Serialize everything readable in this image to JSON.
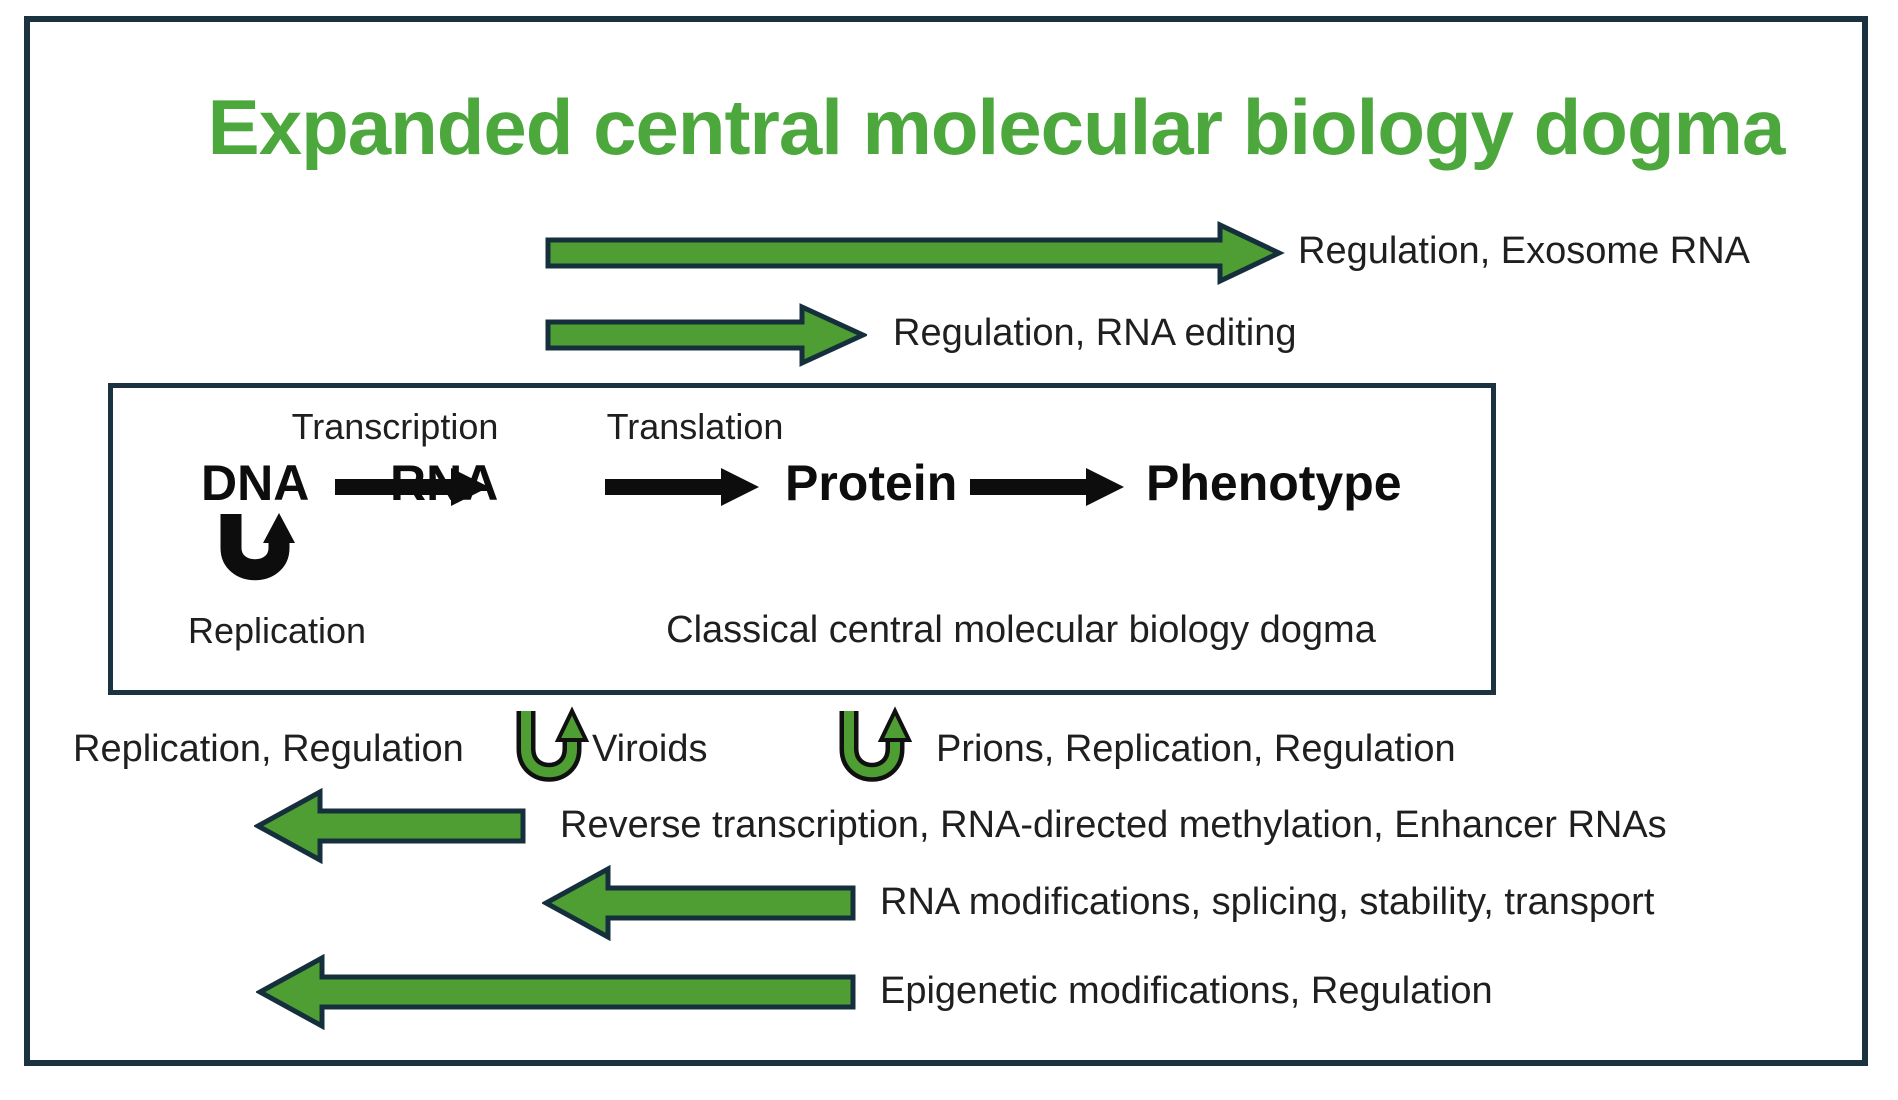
{
  "title": "Expanded central molecular biology dogma",
  "colors": {
    "title_green": "#4ca83c",
    "arrow_green": "#4f9e33",
    "arrow_outline": "#15303c",
    "box_border": "#1b3240",
    "text": "#1f1f1f"
  },
  "top_arrows": [
    {
      "direction": "right",
      "label": "Regulation, Exosome RNA"
    },
    {
      "direction": "right",
      "label": "Regulation, RNA editing"
    }
  ],
  "classical_box": {
    "process_labels": [
      "Transcription",
      "Translation"
    ],
    "nodes": [
      "DNA",
      "RNA",
      "Protein",
      "Phenotype"
    ],
    "replication_label": "Replication",
    "caption": "Classical central molecular biology dogma"
  },
  "feedback_row": {
    "left_label": "Replication, Regulation",
    "middle_label": "Viroids",
    "right_label": "Prions, Replication, Regulation"
  },
  "bottom_arrows": [
    {
      "direction": "left",
      "label": "Reverse transcription, RNA-directed methylation, Enhancer RNAs"
    },
    {
      "direction": "left",
      "label": "RNA modifications, splicing, stability, transport"
    },
    {
      "direction": "left",
      "label": "Epigenetic modifications, Regulation"
    }
  ]
}
